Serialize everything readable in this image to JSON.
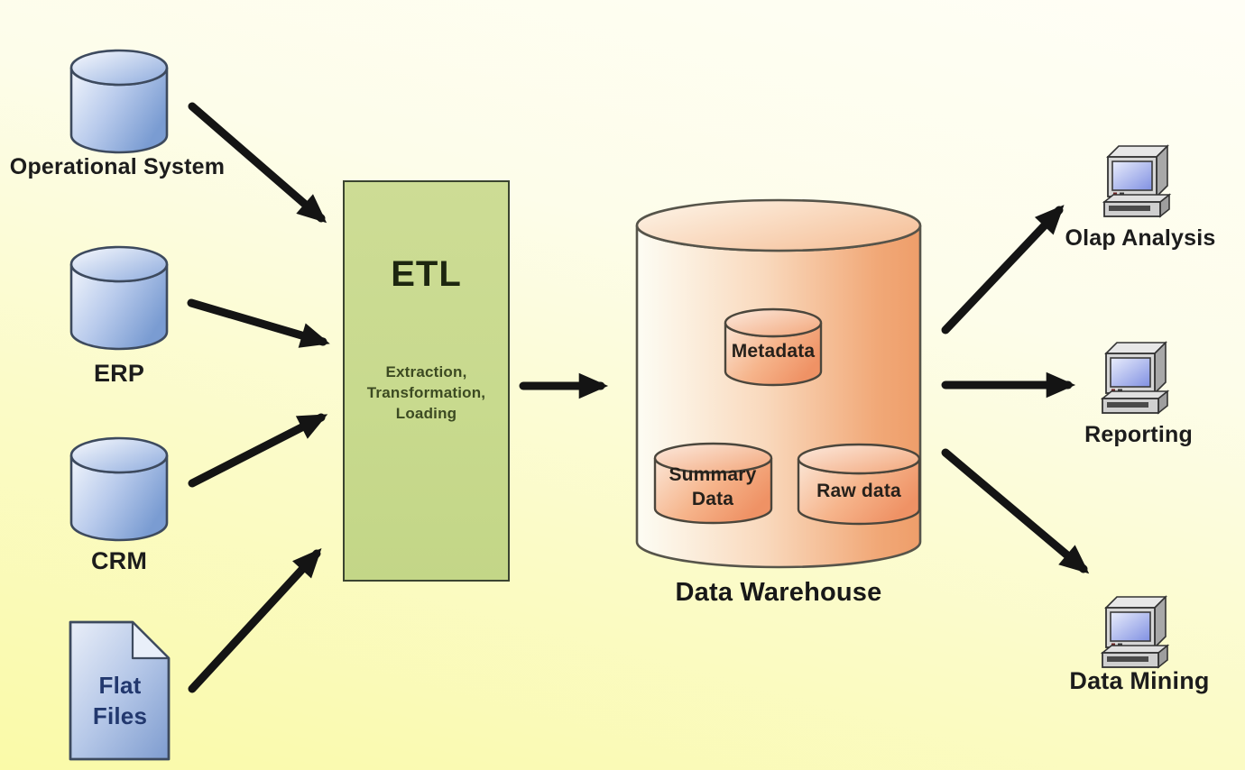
{
  "sources": [
    {
      "label": "Operational System",
      "icon": "database-cylinder"
    },
    {
      "label": "ERP",
      "icon": "database-cylinder"
    },
    {
      "label": "CRM",
      "icon": "database-cylinder"
    },
    {
      "label": "Flat Files",
      "icon": "flat-file-document"
    }
  ],
  "etl": {
    "title": "ETL",
    "description_lines": [
      "Extraction,",
      "Transformation,",
      "Loading"
    ]
  },
  "warehouse": {
    "label": "Data Warehouse",
    "components": [
      {
        "label": "Metadata"
      },
      {
        "label": "Summary Data"
      },
      {
        "label": "Raw data"
      }
    ]
  },
  "outputs": [
    {
      "label": "Olap Analysis",
      "icon": "computer-workstation"
    },
    {
      "label": "Reporting",
      "icon": "computer-workstation"
    },
    {
      "label": "Data Mining",
      "icon": "computer-workstation"
    }
  ],
  "colors": {
    "background_top": "#fffef6",
    "background_bottom": "#fafaa8",
    "etl_box": "#c8da8e",
    "source_cylinder_light": "#eef3fc",
    "source_cylinder_dark": "#7a9cd2",
    "warehouse_light": "#fdfcf2",
    "warehouse_orange": "#ee9e6a",
    "arrow": "#141414",
    "flat_files_text": "#22386e",
    "label_text": "#1c1c1c"
  }
}
